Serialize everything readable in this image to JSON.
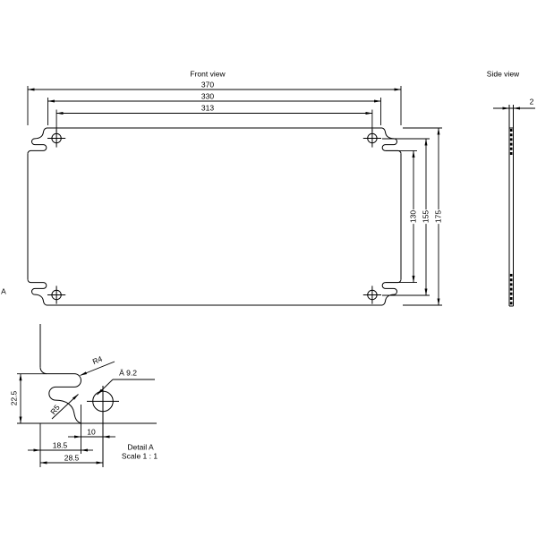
{
  "front_view": {
    "title": "Front view",
    "dim_width_outer": "370",
    "dim_width_notch": "330",
    "dim_width_holes": "313",
    "dim_height_notch": "130",
    "dim_height_holes": "155",
    "dim_height_outer": "175"
  },
  "side_view": {
    "title": "Side view",
    "dim_thickness": "2"
  },
  "detail_marker": "A",
  "detail_view": {
    "radius_outer_label": "R4",
    "radius_inner_label": "R5",
    "hole_diameter_label": "Ä  9.2",
    "dim_corner_height": "22.5",
    "dim_hole_offset": "10",
    "dim_notch_width": "18.5",
    "dim_hole_center": "28.5",
    "caption_title": "Detail A",
    "caption_scale": "Scale 1 : 1"
  },
  "colors": {
    "line": "#000000",
    "background": "#ffffff"
  }
}
